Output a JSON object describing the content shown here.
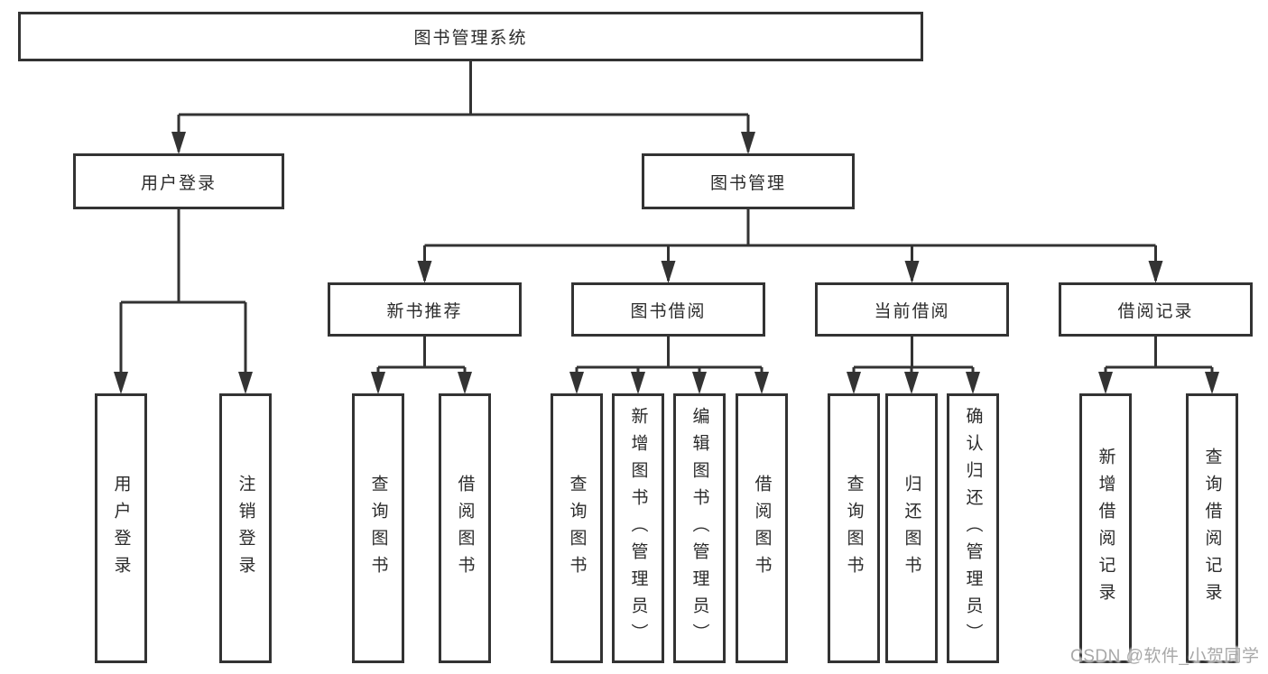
{
  "diagram": {
    "type": "hierarchy-chart",
    "root": {
      "label": "图书管理系统"
    },
    "branches": {
      "user_login": {
        "label": "用户登录",
        "children": [
          {
            "label": "用户登录"
          },
          {
            "label": "注销登录"
          }
        ]
      },
      "book_management": {
        "label": "图书管理",
        "groups": [
          {
            "label": "新书推荐",
            "children": [
              {
                "label": "查询图书"
              },
              {
                "label": "借阅图书"
              }
            ]
          },
          {
            "label": "图书借阅",
            "children": [
              {
                "label": "查询图书"
              },
              {
                "label": "新增图书（管理员）"
              },
              {
                "label": "编辑图书（管理员）"
              },
              {
                "label": "借阅图书"
              }
            ]
          },
          {
            "label": "当前借阅",
            "children": [
              {
                "label": "查询图书"
              },
              {
                "label": "归还图书"
              },
              {
                "label": "确认归还（管理员）"
              }
            ]
          },
          {
            "label": "借阅记录",
            "children": [
              {
                "label": "新增借阅记录"
              },
              {
                "label": "查询借阅记录"
              }
            ]
          }
        ]
      }
    },
    "colors": {
      "line": "#333333",
      "box_border": "#333333",
      "text": "#2b2b2b",
      "watermark": "#a8a8a8",
      "background": "#ffffff"
    }
  },
  "watermark": {
    "text": "CSDN @软件_小贺同学"
  }
}
